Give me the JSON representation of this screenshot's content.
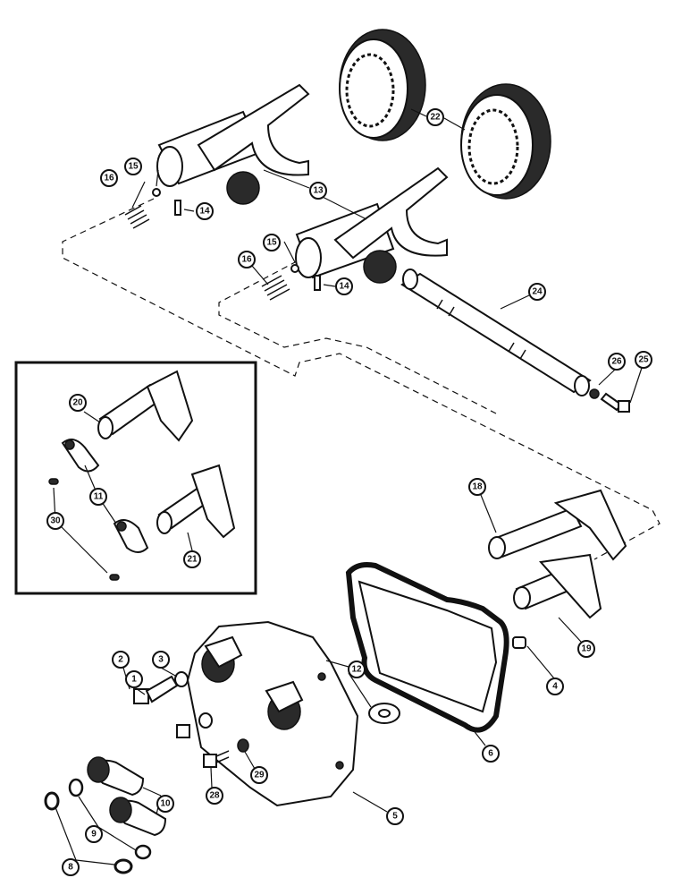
{
  "labels": {
    "l1": "1",
    "l2": "2",
    "l3": "3",
    "l4": "4",
    "l5": "5",
    "l6": "6",
    "l8": "8",
    "l9": "9",
    "l10": "10",
    "l11": "11",
    "l12": "12",
    "l13": "13",
    "l14a": "14",
    "l14b": "14",
    "l15a": "15",
    "l15b": "15",
    "l16a": "16",
    "l16b": "16",
    "l18": "18",
    "l19": "19",
    "l20": "20",
    "l21": "21",
    "l22": "22",
    "l24": "24",
    "l25": "25",
    "l26": "26",
    "l28": "28",
    "l29": "29",
    "l30": "30"
  }
}
